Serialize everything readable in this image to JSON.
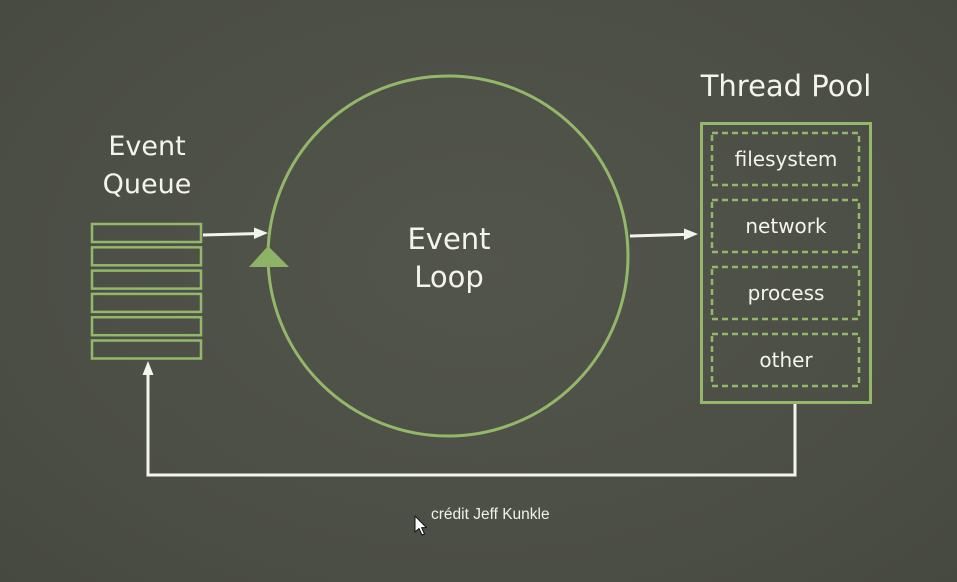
{
  "event_queue": {
    "title_line1": "Event",
    "title_line2": "Queue",
    "slot_count": 6
  },
  "event_loop": {
    "label_line1": "Event",
    "label_line2": "Loop"
  },
  "thread_pool": {
    "title": "Thread Pool",
    "workers": [
      "filesystem",
      "network",
      "process",
      "other"
    ]
  },
  "credit": "crédit Jeff Kunkle",
  "colors": {
    "background": "#4d5047",
    "accent_green": "#93b86a",
    "text": "#f4f4ef",
    "arrow": "#f4f4ef"
  },
  "icons": {
    "cursor": "mouse-pointer-icon",
    "loop_direction": "triangle-up-icon"
  }
}
